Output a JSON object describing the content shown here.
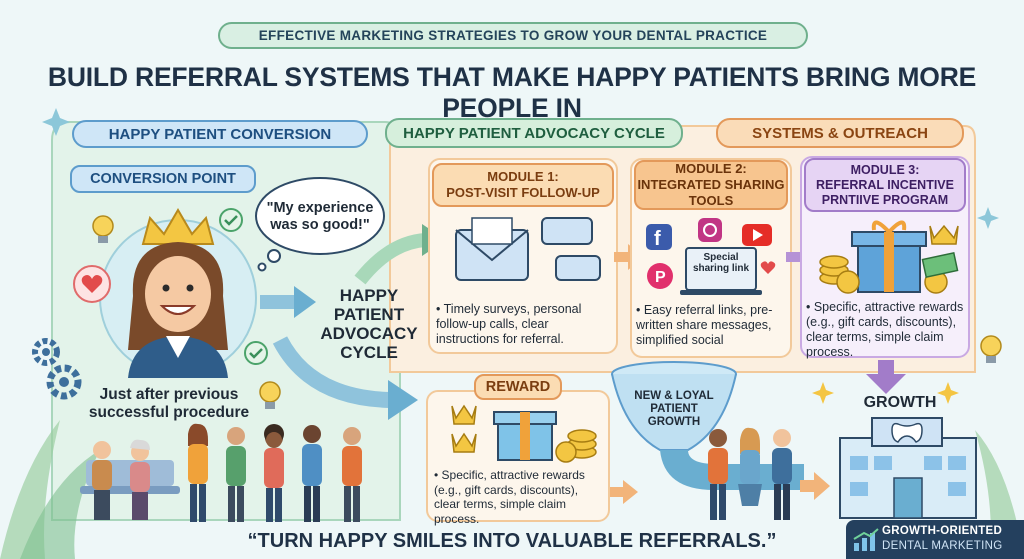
{
  "header": {
    "kicker": "EFFECTIVE MARKETING STRATEGIES TO GROW YOUR DENTAL PRACTICE",
    "title": "BUILD REFERRAL SYSTEMS THAT MAKE HAPPY PATIENTS BRING MORE PEOPLE IN"
  },
  "sections": {
    "conversion": "HAPPY PATIENT CONVERSION",
    "advocacy": "HAPPY PATIENT ADVOCACY CYCLE",
    "outreach": "SYSTEMS & OUTREACH"
  },
  "conversion_point": {
    "label": "CONVERSION POINT",
    "quote": "\"My experience was so good!\"",
    "caption": "Just after previous successful procedure"
  },
  "cycle_label": "HAPPY PATIENT ADVOCACY CYCLE",
  "modules": [
    {
      "title_line1": "MODULE 1:",
      "title_line2": "POST-VISIT FOLLOW-UP",
      "text": "• Timely surveys, personal follow-up calls, clear instructions for referral."
    },
    {
      "title_line1": "MODULE 2:",
      "title_line2": "INTEGRATED SHARING TOOLS",
      "text": "• Easy referral links, pre-written share messages, simplified social",
      "laptop_label": "Special sharing link"
    },
    {
      "title_line1": "MODULE 3:",
      "title_line2": "REFERRAL INCENTIVE PRNTIIVE PROGRAM",
      "text": "• Specific, attractive rewards (e.g., gift cards, discounts), clear terms, simple claim process."
    }
  ],
  "reward": {
    "label": "REWARD",
    "text": "• Specific, attractive rewards (e.g., gift cards, discounts), clear terms, simple claim process."
  },
  "funnel_label": "NEW & LOYAL PATIENT GROWTH",
  "growth_label": "GROWTH",
  "footer_quote": "“TURN HAPPY SMILES INTO VALUABLE REFERRALS.”",
  "brand": {
    "line1": "GROWTH-ORIENTED",
    "line2": "DENTAL MARKETING"
  },
  "colors": {
    "green": "#3f8f6b",
    "blue": "#2f6ea8",
    "orange": "#e07a2c",
    "purple": "#8a5bb7",
    "navy": "#1f3146"
  }
}
